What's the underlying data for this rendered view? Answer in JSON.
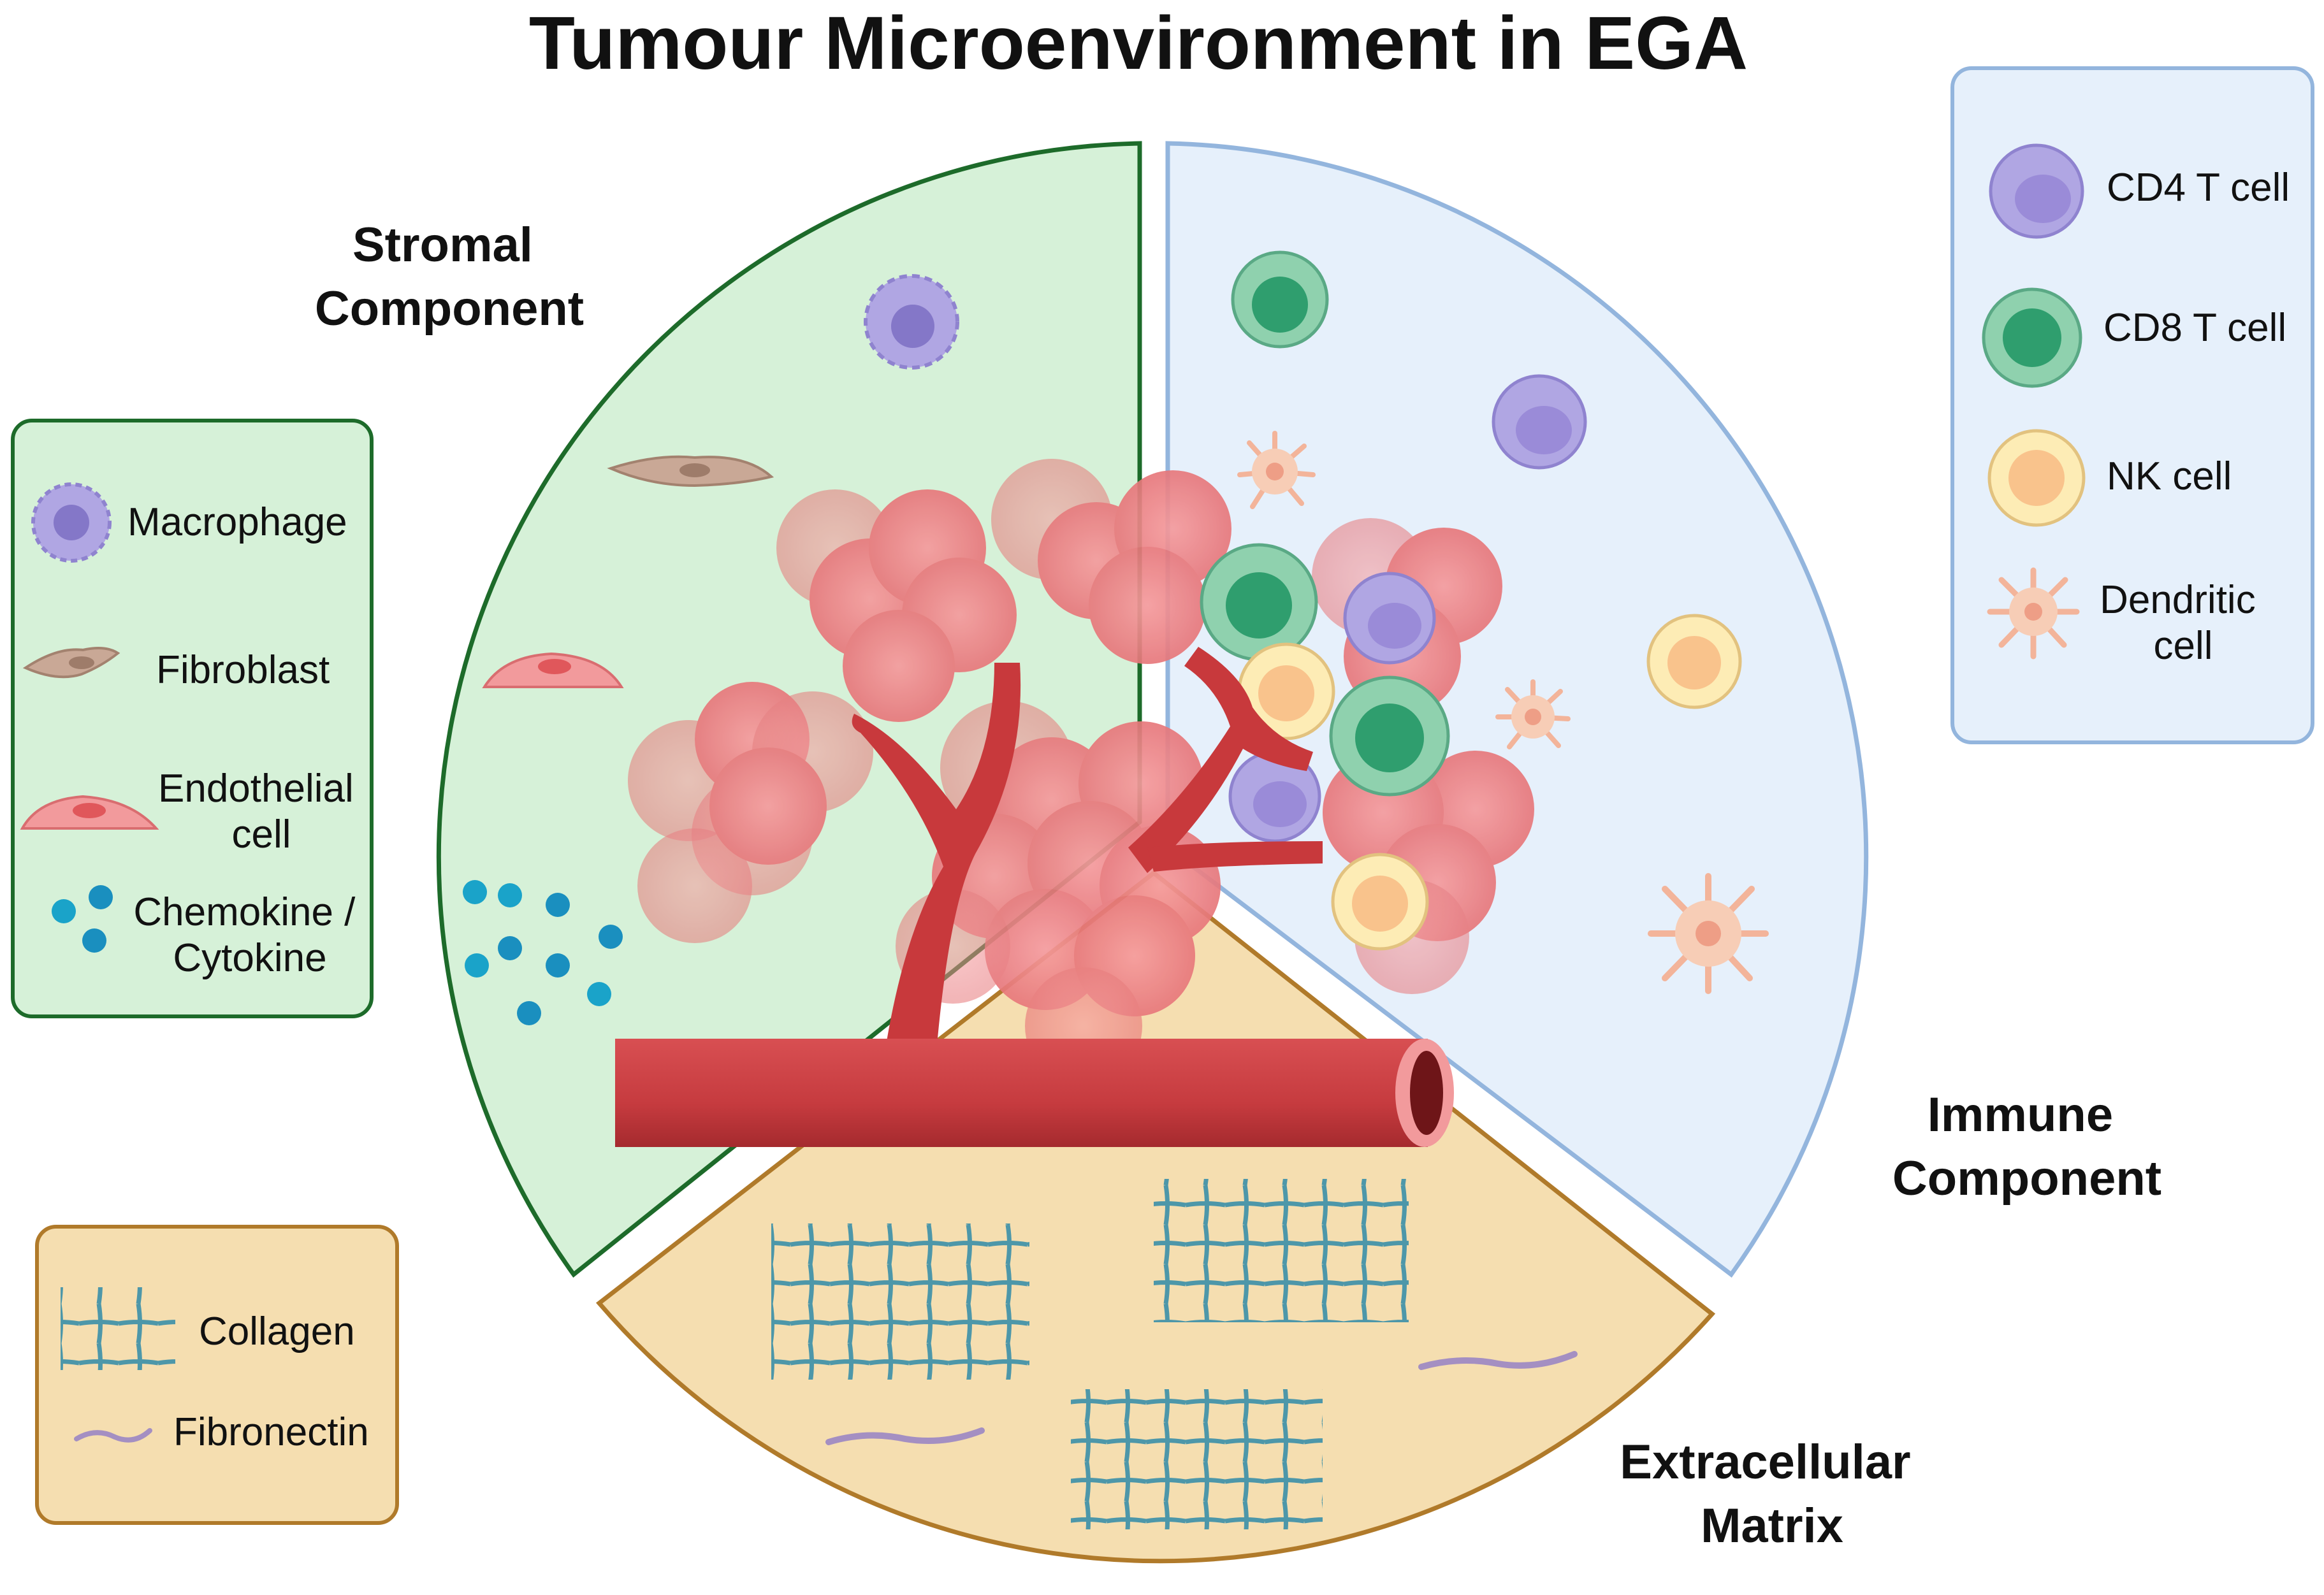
{
  "title": "Tumour Microenvironment in EGA",
  "segments": {
    "stromal": {
      "label_lines": [
        "Stromal",
        "Component"
      ]
    },
    "immune": {
      "label_lines": [
        "Immune",
        "Component"
      ]
    },
    "ecm": {
      "label_lines": [
        "Extracellular",
        "Matrix"
      ]
    }
  },
  "legends": {
    "stromal": {
      "items": [
        {
          "icon": "macrophage-icon",
          "lines": [
            "Macrophage"
          ]
        },
        {
          "icon": "fibroblast-icon",
          "lines": [
            "Fibroblast"
          ]
        },
        {
          "icon": "endothelial-cell-icon",
          "lines": [
            "Endothelial",
            "cell"
          ]
        },
        {
          "icon": "chemokine-cytokine-icon",
          "lines": [
            "Chemokine /",
            "Cytokine"
          ]
        }
      ]
    },
    "immune": {
      "items": [
        {
          "icon": "cd4-t-cell-icon",
          "lines": [
            "CD4 T cell"
          ]
        },
        {
          "icon": "cd8-t-cell-icon",
          "lines": [
            "CD8 T cell"
          ]
        },
        {
          "icon": "nk-cell-icon",
          "lines": [
            "NK cell"
          ]
        },
        {
          "icon": "dendritic-cell-icon",
          "lines": [
            "Dendritic",
            "cell"
          ]
        }
      ]
    },
    "ecm": {
      "items": [
        {
          "icon": "collagen-icon",
          "lines": [
            "Collagen"
          ]
        },
        {
          "icon": "fibronectin-icon",
          "lines": [
            "Fibronectin"
          ]
        }
      ]
    }
  },
  "colors": {
    "stromal_fill": "#d6f1d8",
    "stromal_border": "#1d6b2a",
    "immune_fill": "#e6f0fb",
    "immune_border": "#93b5dd",
    "ecm_fill": "#f5deb0",
    "ecm_border": "#b07a2a",
    "tumour": "#ec7f82",
    "vessel": "#c8393c",
    "cd4": "#9d8fd8",
    "cd8": "#3aa677",
    "nk": "#f8c78c",
    "dendritic": "#f3b49a",
    "chemokine": "#1aa3c9",
    "collagen": "#3a8fa8",
    "fibronectin": "#a48fc2"
  }
}
